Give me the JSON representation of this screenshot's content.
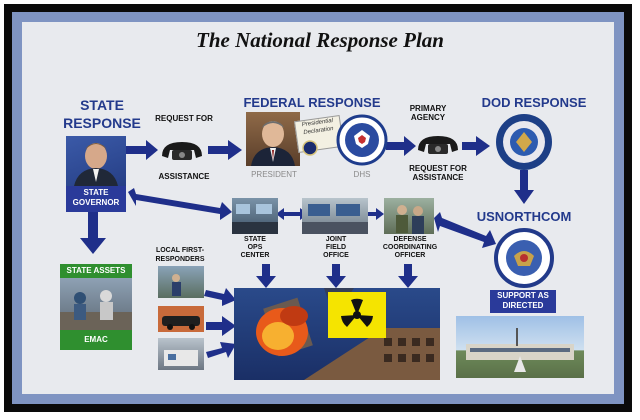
{
  "title": "The National Response Plan",
  "state": {
    "heading_line1": "STATE",
    "heading_line2": "RESPONSE",
    "governor_line1": "STATE",
    "governor_line2": "GOVERNOR",
    "assets_label": "STATE ASSETS",
    "emac_label": "EMAC",
    "local_line1": "LOCAL FIRST-",
    "local_line2": "RESPONDERS"
  },
  "request_top": "REQUEST FOR",
  "request_bottom": "ASSISTANCE",
  "federal": {
    "heading": "FEDERAL RESPONSE",
    "president_caption": "PRESIDENT",
    "dhs_caption": "DHS",
    "declaration_text": "Presidential Declaration"
  },
  "primary_agency_line1": "PRIMARY",
  "primary_agency_line2": "AGENCY",
  "dod_request_line1": "REQUEST FOR",
  "dod_request_line2": "ASSISTANCE",
  "dod": {
    "heading": "DOD RESPONSE",
    "usnorthcom": "USNORTHCOM",
    "support_line1": "SUPPORT AS",
    "support_line2": "DIRECTED"
  },
  "centers": {
    "state_ops_line1": "STATE",
    "state_ops_line2": "OPS",
    "state_ops_line3": "CENTER",
    "jfo_line1": "JOINT",
    "jfo_line2": "FIELD",
    "jfo_line3": "OFFICE",
    "dco_line1": "DEFENSE",
    "dco_line2": "COORDINATING",
    "dco_line3": "OFFICER"
  },
  "colors": {
    "heading_blue": "#233a8c",
    "arrow_navy": "#1f2f8a",
    "green": "#2f8f2f",
    "radiation_yellow": "#f5e400"
  },
  "icons": [
    "telephone-icon",
    "dhs-seal-icon",
    "dod-seal-icon",
    "usnorthcom-seal-icon",
    "radiation-icon"
  ]
}
